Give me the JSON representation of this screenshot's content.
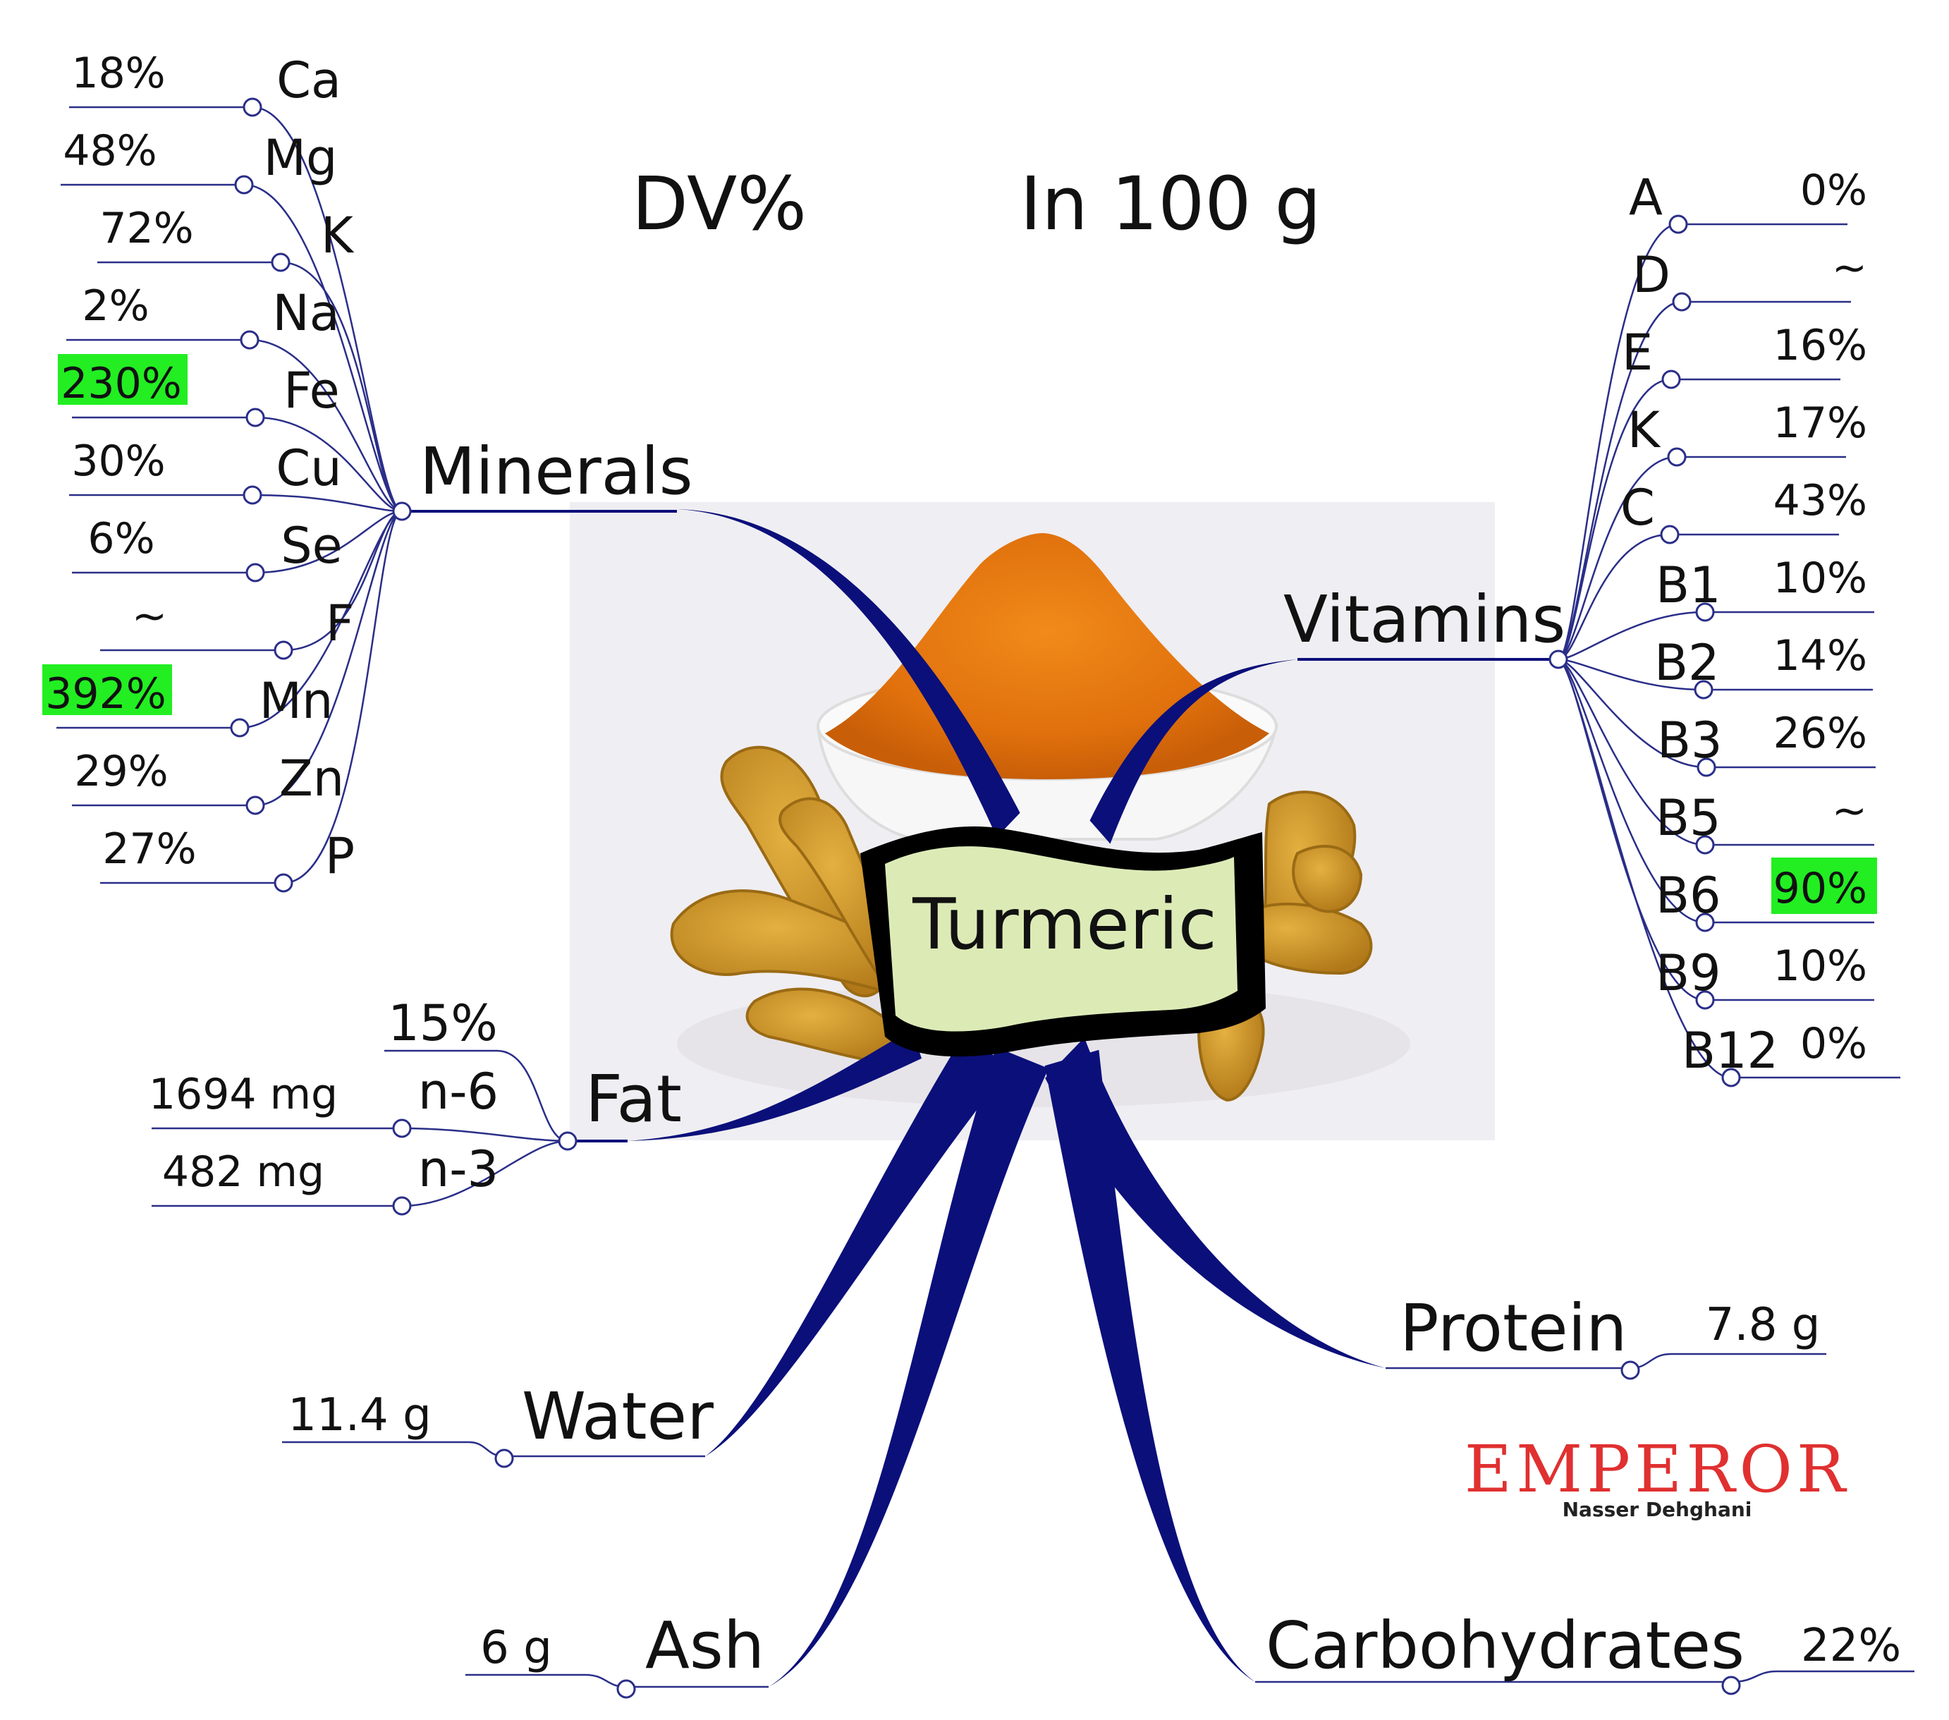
{
  "header": {
    "dv": "DV%",
    "serving": "In 100 g"
  },
  "center": {
    "label": "Turmeric"
  },
  "colors": {
    "branch": "#0b0f7a",
    "leaf_line": "#2a2e88",
    "highlight": "#22ee22",
    "label_bg": "#dcebb6",
    "photo_bg": "#efeef2",
    "logo": "#e03030"
  },
  "minerals": {
    "label": "Minerals",
    "items": [
      {
        "name": "Ca",
        "value": "18%",
        "highlight": false
      },
      {
        "name": "Mg",
        "value": "48%",
        "highlight": false
      },
      {
        "name": "K",
        "value": "72%",
        "highlight": false
      },
      {
        "name": "Na",
        "value": "2%",
        "highlight": false
      },
      {
        "name": "Fe",
        "value": "230%",
        "highlight": true
      },
      {
        "name": "Cu",
        "value": "30%",
        "highlight": false
      },
      {
        "name": "Se",
        "value": "6%",
        "highlight": false
      },
      {
        "name": "F",
        "value": "~",
        "highlight": false
      },
      {
        "name": "Mn",
        "value": "392%",
        "highlight": true
      },
      {
        "name": "Zn",
        "value": "29%",
        "highlight": false
      },
      {
        "name": "P",
        "value": "27%",
        "highlight": false
      }
    ]
  },
  "vitamins": {
    "label": "Vitamins",
    "items": [
      {
        "name": "A",
        "value": "0%",
        "highlight": false
      },
      {
        "name": "D",
        "value": "~",
        "highlight": false
      },
      {
        "name": "E",
        "value": "16%",
        "highlight": false
      },
      {
        "name": "K",
        "value": "17%",
        "highlight": false
      },
      {
        "name": "C",
        "value": "43%",
        "highlight": false
      },
      {
        "name": "B1",
        "value": "10%",
        "highlight": false
      },
      {
        "name": "B2",
        "value": "14%",
        "highlight": false
      },
      {
        "name": "B3",
        "value": "26%",
        "highlight": false
      },
      {
        "name": "B5",
        "value": "~",
        "highlight": false
      },
      {
        "name": "B6",
        "value": "90%",
        "highlight": true
      },
      {
        "name": "B9",
        "value": "10%",
        "highlight": false
      },
      {
        "name": "B12",
        "value": "0%",
        "highlight": false
      }
    ]
  },
  "fat": {
    "label": "Fat",
    "total": "15%",
    "items": [
      {
        "name": "n-6",
        "value": "1694 mg"
      },
      {
        "name": "n-3",
        "value": "482 mg"
      }
    ]
  },
  "water": {
    "label": "Water",
    "value": "11.4 g"
  },
  "ash": {
    "label": "Ash",
    "value": "6 g"
  },
  "protein": {
    "label": "Protein",
    "value": "7.8 g"
  },
  "carbohydrates": {
    "label": "Carbohydrates",
    "value": "22%"
  },
  "logo": {
    "title": "EMPEROR",
    "subtitle": "Nasser Dehghani"
  }
}
